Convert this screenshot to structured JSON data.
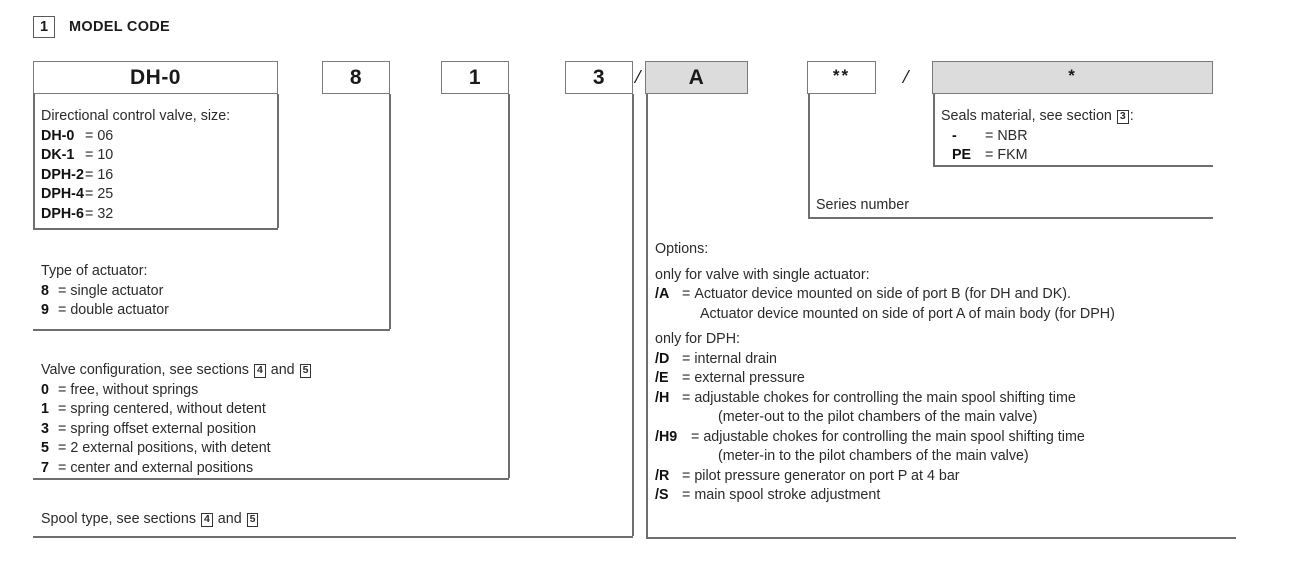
{
  "section": {
    "number": "1",
    "title": "MODEL CODE"
  },
  "code_boxes": {
    "model": "DH-0",
    "actuator": "8",
    "configuration": "1",
    "spool": "3",
    "slash1": "/",
    "options": "A",
    "series": "**",
    "slash2": "/",
    "seals": "*"
  },
  "blocks": {
    "size": {
      "heading": "Directional control valve, size:",
      "items": [
        {
          "key": "DH-0",
          "eq": "=",
          "value": "06"
        },
        {
          "key": "DK-1",
          "eq": "=",
          "value": "10"
        },
        {
          "key": "DPH-2",
          "eq": "=",
          "value": "16"
        },
        {
          "key": "DPH-4",
          "eq": "=",
          "value": "25"
        },
        {
          "key": "DPH-6",
          "eq": "=",
          "value": "32"
        }
      ]
    },
    "actuator": {
      "heading": "Type of actuator:",
      "items": [
        {
          "key": "8",
          "eq": "=",
          "value": "single actuator"
        },
        {
          "key": "9",
          "eq": "=",
          "value": "double actuator"
        }
      ]
    },
    "configuration": {
      "heading_pre": "Valve configuration, see sections",
      "heading_ref1": "4",
      "heading_mid": "and",
      "heading_ref2": "5",
      "items": [
        {
          "key": "0",
          "eq": "=",
          "value": "free, without springs"
        },
        {
          "key": "1",
          "eq": "=",
          "value": "spring centered, without detent"
        },
        {
          "key": "3",
          "eq": "=",
          "value": "spring offset external position"
        },
        {
          "key": "5",
          "eq": "=",
          "value": "2 external positions, with detent"
        },
        {
          "key": "7",
          "eq": "=",
          "value": "center and external positions"
        }
      ]
    },
    "spool": {
      "pre": "Spool type, see sections",
      "ref1": "4",
      "mid": "and",
      "ref2": "5"
    },
    "options": {
      "heading": "Options:",
      "group1_heading": "only for valve with single actuator:",
      "group1_items": [
        {
          "key": "/A",
          "eq": "=",
          "value": "Actuator device mounted on side of port B (for DH and DK).",
          "cont": "Actuator device mounted on side of port A of main body (for DPH)"
        }
      ],
      "group2_heading": "only for DPH:",
      "group2_items": [
        {
          "key": "/D",
          "eq": "=",
          "value": "internal drain",
          "cont": ""
        },
        {
          "key": "/E",
          "eq": "=",
          "value": "external pressure",
          "cont": ""
        },
        {
          "key": "/H",
          "eq": "=",
          "value": "adjustable chokes for controlling the main spool shifting time",
          "cont": "(meter-out to the pilot chambers of the main valve)"
        },
        {
          "key": "/H9",
          "eq": "=",
          "value": "adjustable chokes for controlling the main spool shifting time",
          "cont": "(meter-in to the pilot chambers of the main valve)"
        },
        {
          "key": "/R",
          "eq": "=",
          "value": "pilot pressure generator on port P at 4 bar",
          "cont": ""
        },
        {
          "key": "/S",
          "eq": "=",
          "value": "main spool stroke adjustment",
          "cont": ""
        }
      ]
    },
    "seals": {
      "heading_pre": "Seals material, see section",
      "heading_ref": "3",
      "heading_post": ":",
      "items": [
        {
          "key": "-",
          "eq": "=",
          "value": "NBR"
        },
        {
          "key": "PE",
          "eq": "=",
          "value": "FKM"
        }
      ]
    },
    "series": {
      "label": "Series number"
    }
  }
}
